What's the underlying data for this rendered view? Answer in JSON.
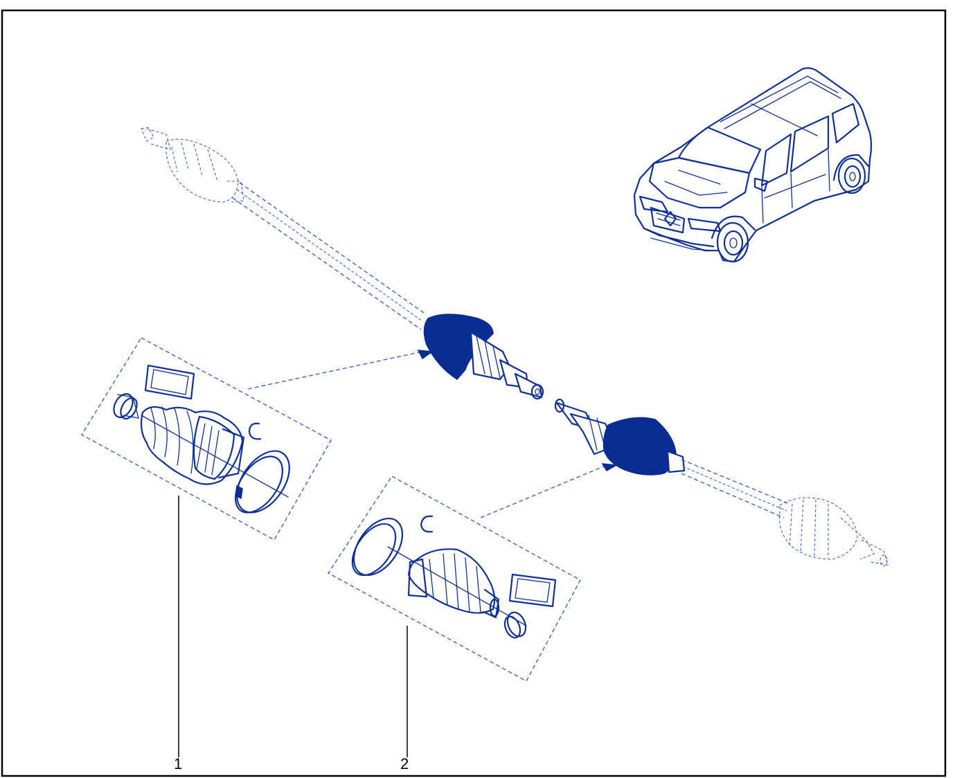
{
  "diagram": {
    "callouts": [
      {
        "id": "1",
        "label": "1"
      },
      {
        "id": "2",
        "label": "2"
      }
    ]
  },
  "colors": {
    "line": "#0e2f98",
    "dash": "#3f63c8",
    "fill": "#0a2d92",
    "frame": "#000000",
    "background": "#ffffff"
  },
  "icons": [
    "car-icon",
    "drive-shaft-icon",
    "joint-boot-kit-icon",
    "gaiter-icon",
    "circlip-icon",
    "clamp-ring-icon",
    "grease-sachet-icon",
    "collar-icon"
  ]
}
